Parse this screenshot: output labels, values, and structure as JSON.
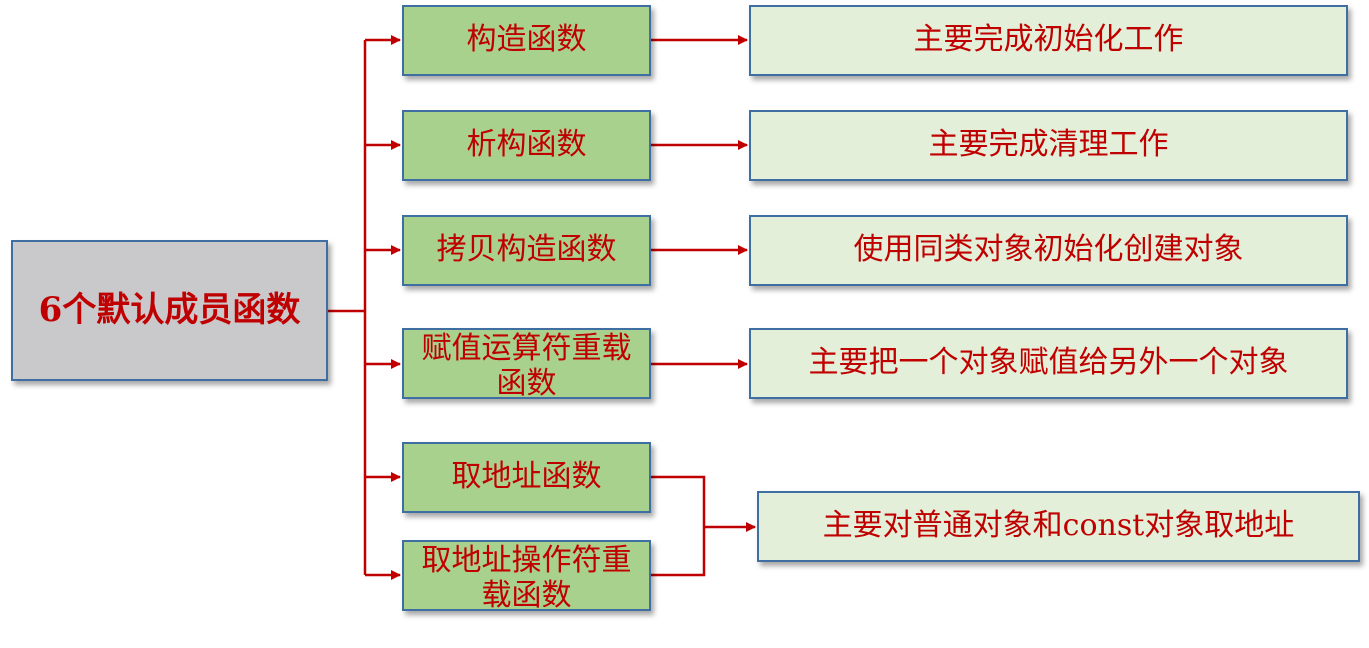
{
  "root": {
    "label": "6个默认成员函数"
  },
  "functions": [
    {
      "name": "构造函数",
      "description": "主要完成初始化工作"
    },
    {
      "name": "析构函数",
      "description": "主要完成清理工作"
    },
    {
      "name": "拷贝构造函数",
      "description": "使用同类对象初始化创建对象"
    },
    {
      "name": "赋值运算符重载函数",
      "description": "主要把一个对象赋值给另外一个对象"
    },
    {
      "name": "取地址函数"
    },
    {
      "name": "取地址操作符重载函数"
    }
  ],
  "shared_description": "主要对普通对象和const对象取地址",
  "colors": {
    "text": "#c00000",
    "connector": "#c00000",
    "root_fill": "#c9c9cb",
    "function_fill": "#a8d18d",
    "description_fill": "#e3efd9",
    "border": "#3f6ea3"
  }
}
